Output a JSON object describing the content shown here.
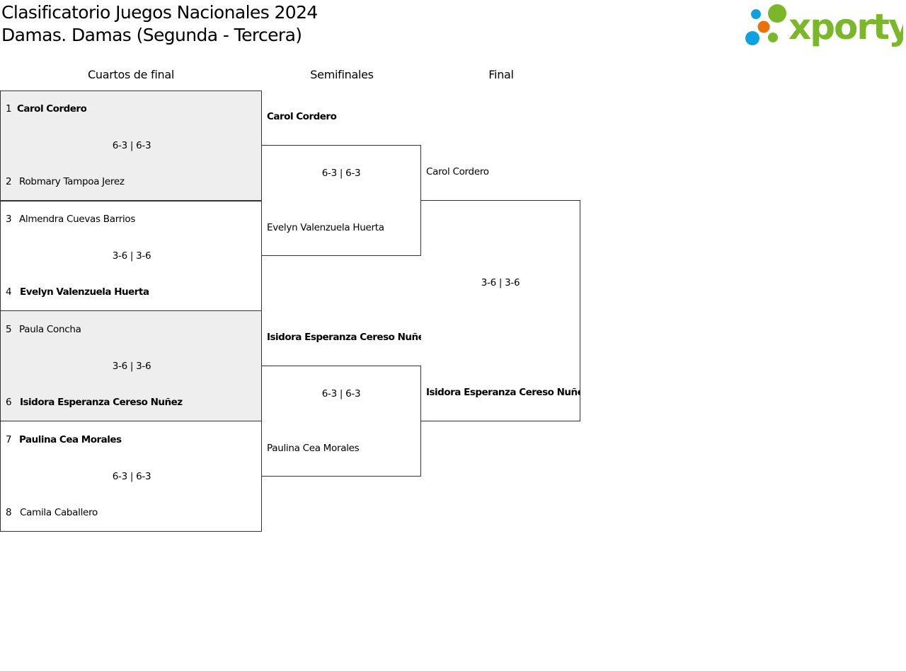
{
  "title": {
    "line1": "Clasificatorio Juegos Nacionales 2024",
    "line2": "Damas. Damas (Segunda - Tercera)"
  },
  "logo": {
    "text": "xporty",
    "colors": {
      "green": "#7ab829",
      "orange": "#e8730e",
      "blue": "#0fa0e0"
    }
  },
  "rounds": [
    "Cuartos de final",
    "Semifinales",
    "Final"
  ],
  "quarters": [
    {
      "p1": {
        "seed": "1",
        "name": "Carol Cordero",
        "winner": true
      },
      "score": "6-3 | 6-3",
      "p2": {
        "seed": "2",
        "name": "Robmary Tampoa Jerez",
        "winner": false
      }
    },
    {
      "p1": {
        "seed": "3",
        "name": "Almendra Cuevas Barrios",
        "winner": false
      },
      "score": "3-6 | 3-6",
      "p2": {
        "seed": "4",
        "name": "Evelyn Valenzuela Huerta",
        "winner": true
      }
    },
    {
      "p1": {
        "seed": "5",
        "name": "Paula Concha",
        "winner": false
      },
      "score": "3-6 | 3-6",
      "p2": {
        "seed": "6",
        "name": "Isidora Esperanza Cereso Nuñez",
        "winner": true
      }
    },
    {
      "p1": {
        "seed": "7",
        "name": "Paulina Cea Morales",
        "winner": true
      },
      "score": "6-3 | 6-3",
      "p2": {
        "seed": "8",
        "name": "Camila Caballero",
        "winner": false
      }
    }
  ],
  "semis": [
    {
      "p1": "Carol Cordero",
      "score": "6-3 | 6-3",
      "p2": "Evelyn Valenzuela Huerta"
    },
    {
      "p1": "Isidora Esperanza Cereso Nuñez",
      "score": "6-3 | 6-3",
      "p2": "Paulina Cea Morales"
    }
  ],
  "final": {
    "p1": "Carol Cordero",
    "score": "3-6 | 3-6",
    "p2": "Isidora Esperanza Cereso Nuñez"
  }
}
